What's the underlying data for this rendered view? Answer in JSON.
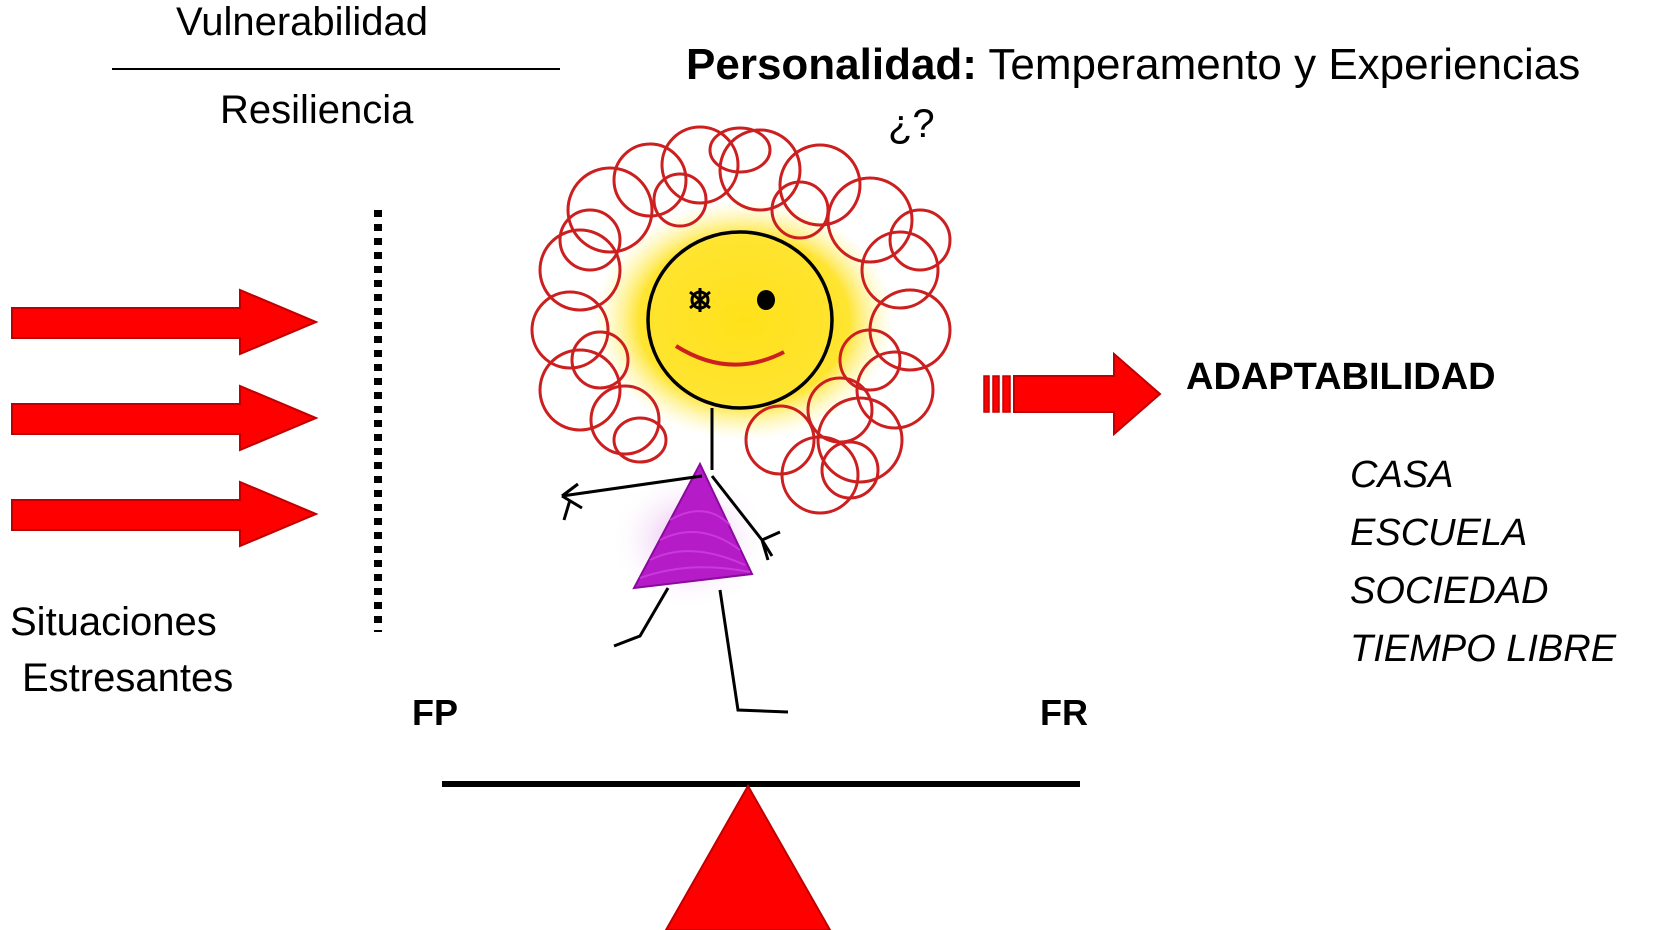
{
  "fraction": {
    "numerator": "Vulnerabilidad",
    "denominator": "Resiliencia"
  },
  "title": {
    "bold": "Personalidad:",
    "rest": " Temperamento y Experiencias"
  },
  "question_mark": "¿?",
  "stress_label": [
    "Situaciones",
    "Estresantes"
  ],
  "balance": {
    "left_label": "FP",
    "right_label": "FR"
  },
  "outcome": {
    "label": "ADAPTABILIDAD",
    "contexts": [
      "CASA",
      "ESCUELA",
      "SOCIEDAD",
      "TIEMPO LIBRE"
    ]
  },
  "colors": {
    "arrow": "#ff0000",
    "arrow_stroke": "#c00000",
    "hair": "#cc1f1f",
    "face": "#ffe11a",
    "dress": "#b51cc8",
    "fulcrum": "#ff0000"
  },
  "icons": [
    "stress-arrow",
    "barrier",
    "child-drawing",
    "outcome-arrow",
    "balance-beam",
    "fulcrum-triangle"
  ]
}
